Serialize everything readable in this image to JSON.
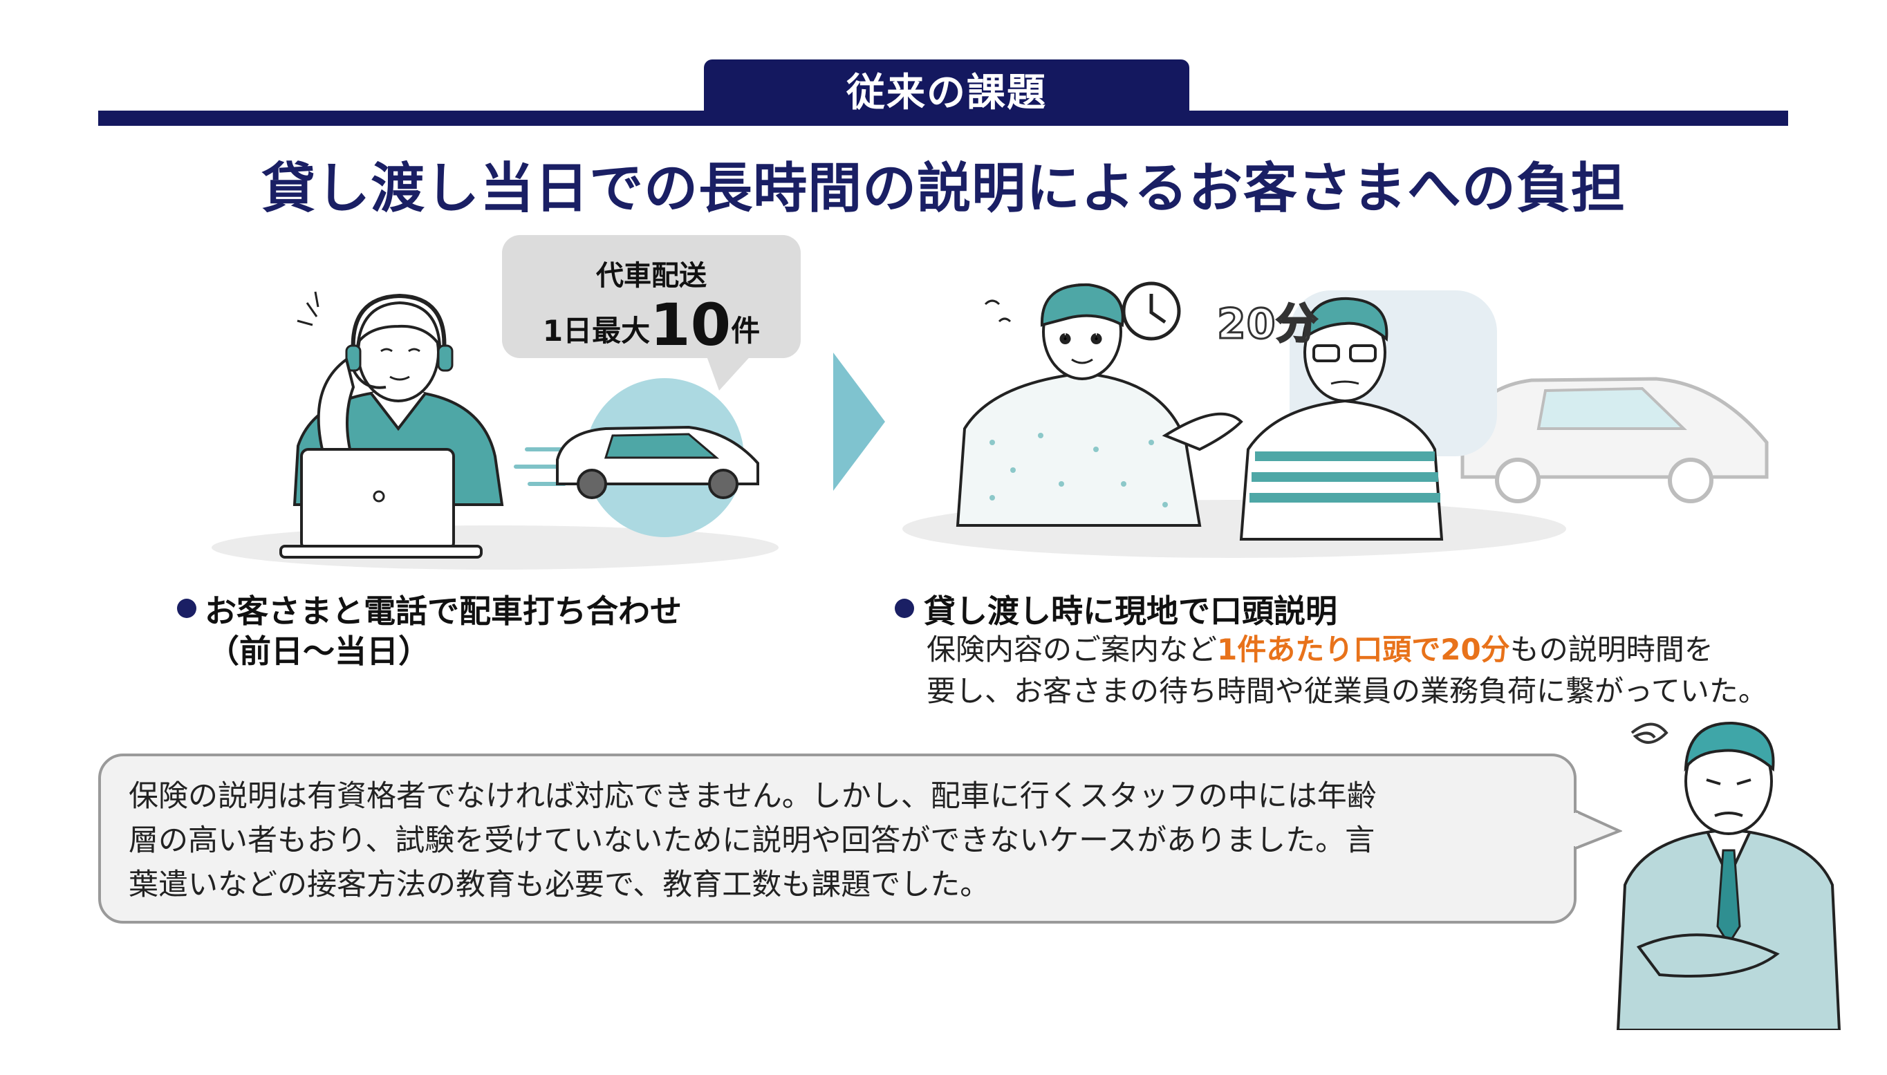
{
  "header": {
    "tab_label": "従来の課題"
  },
  "title": "貸し渡し当日での長時間の説明によるお客さまへの負担",
  "left": {
    "bubble": {
      "line1": "代車配送",
      "line2_prefix": "1日最大",
      "line2_big": "10",
      "line2_suffix": "件"
    },
    "bullet_title": "お客さまと電話で配車打ち合わせ",
    "bullet_sub": "（前日〜当日）"
  },
  "right": {
    "duration_label": "20分",
    "bullet_title": "貸し渡し時に現地で口頭説明",
    "desc_part1": "保険内容のご案内など",
    "desc_highlight": "1件あたり口頭で20分",
    "desc_part2": "もの説明時間を",
    "desc_line2": "要し、お客さまの待ち時間や従業員の業務負荷に繋がっていた。"
  },
  "quote": {
    "line1": "保険の説明は有資格者でなければ対応できません。しかし、配車に行くスタッフの中には年齢",
    "line2": "層の高い者もおり、試験を受けていないために説明や回答ができないケースがありました。言",
    "line3": "葉遣いなどの接客方法の教育も必要で、教育工数も課題でした。"
  },
  "colors": {
    "navy": "#14185f",
    "teal": "#3fa6a8",
    "light_teal": "#acd9e1",
    "orange": "#e8721a",
    "grey_box": "#f2f2f2"
  }
}
